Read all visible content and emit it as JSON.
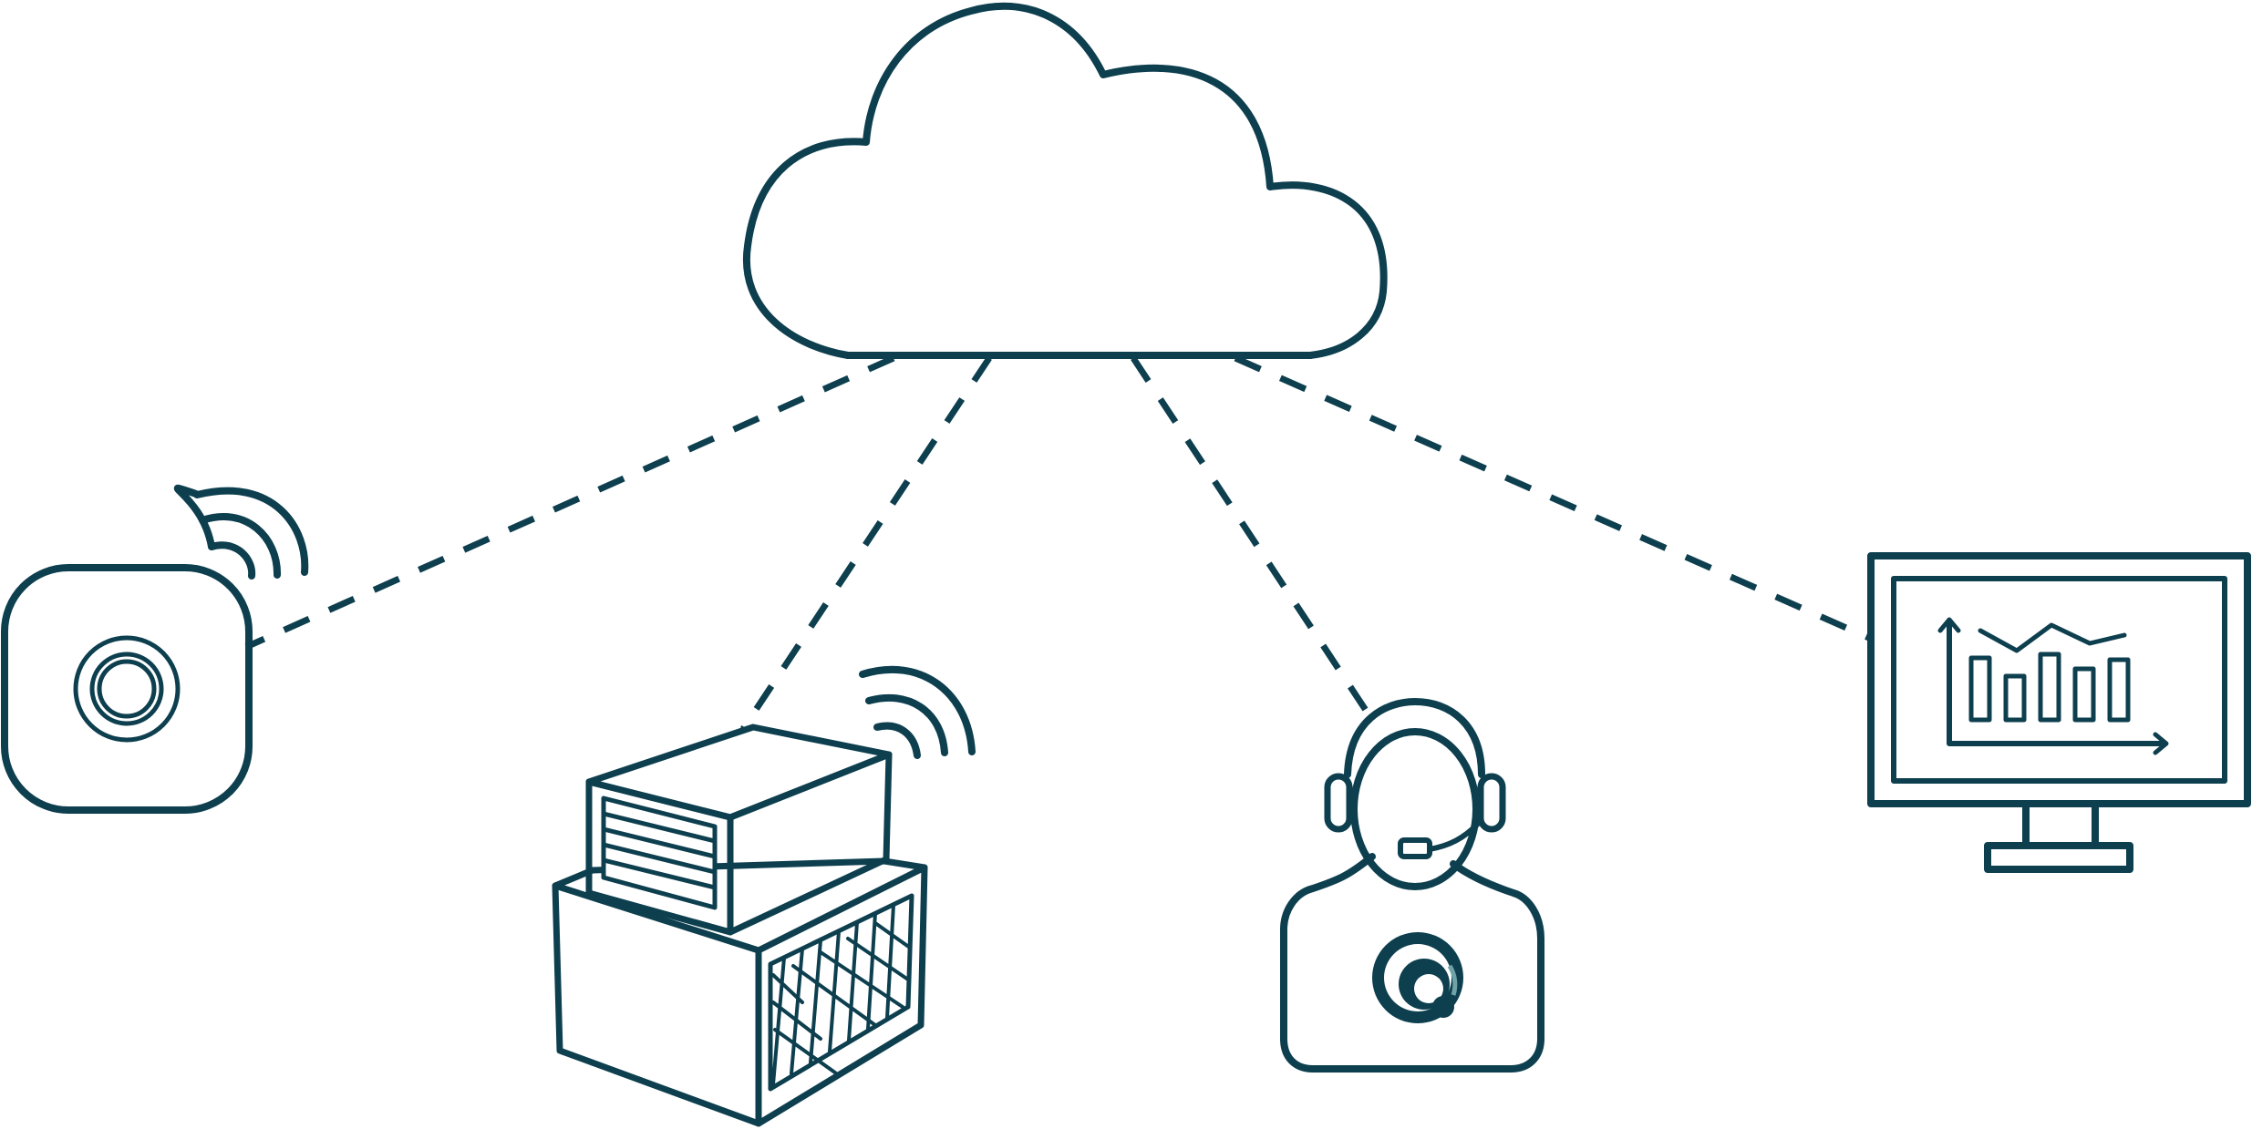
{
  "diagram": {
    "colors": {
      "stroke": "#0d3f4f",
      "background": "#ffffff",
      "accent_light": "#6fa3a8"
    },
    "nodes": [
      {
        "id": "cloud",
        "icon": "cloud-icon"
      },
      {
        "id": "sensor",
        "icon": "smart-sensor-icon"
      },
      {
        "id": "warehouse",
        "icon": "warehouse-boxes-icon"
      },
      {
        "id": "support-agent",
        "icon": "headset-operator-icon"
      },
      {
        "id": "monitor",
        "icon": "analytics-monitor-icon"
      }
    ],
    "connections": [
      {
        "from": "cloud",
        "to": "sensor",
        "style": "dashed"
      },
      {
        "from": "cloud",
        "to": "warehouse",
        "style": "dashed"
      },
      {
        "from": "cloud",
        "to": "support-agent",
        "style": "dashed"
      },
      {
        "from": "cloud",
        "to": "monitor",
        "style": "dashed"
      }
    ]
  }
}
